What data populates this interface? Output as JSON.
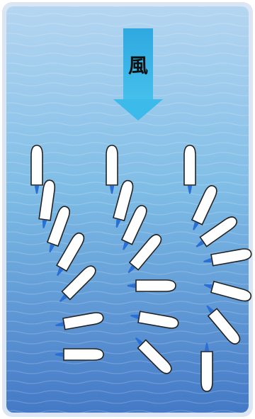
{
  "wind": {
    "label": "風",
    "arrow_color": "#35b4e6"
  },
  "colors": {
    "water_top": "#a9cfee",
    "water_mid": "#6fb0e0",
    "water_bottom": "#3f7fc8",
    "frame": "#c3d2ee",
    "boat_fill": "#ffffff",
    "boat_stroke": "#222222",
    "rudder": "#2a6fd6"
  },
  "columns": [
    {
      "name": "left",
      "boats": [
        {
          "heading": 0
        },
        {
          "heading": 8
        },
        {
          "heading": 20
        },
        {
          "heading": 30
        },
        {
          "heading": 45
        },
        {
          "heading": 80
        },
        {
          "heading": 90
        }
      ]
    },
    {
      "name": "middle",
      "boats": [
        {
          "heading": 0
        },
        {
          "heading": 15
        },
        {
          "heading": 25
        },
        {
          "heading": 40
        },
        {
          "heading": 90
        },
        {
          "heading": 100
        },
        {
          "heading": 135
        }
      ]
    },
    {
      "name": "right",
      "boats": [
        {
          "heading": 0
        },
        {
          "heading": 25
        },
        {
          "heading": 55
        },
        {
          "heading": 80
        },
        {
          "heading": 105
        },
        {
          "heading": 140
        },
        {
          "heading": 180
        }
      ]
    }
  ]
}
